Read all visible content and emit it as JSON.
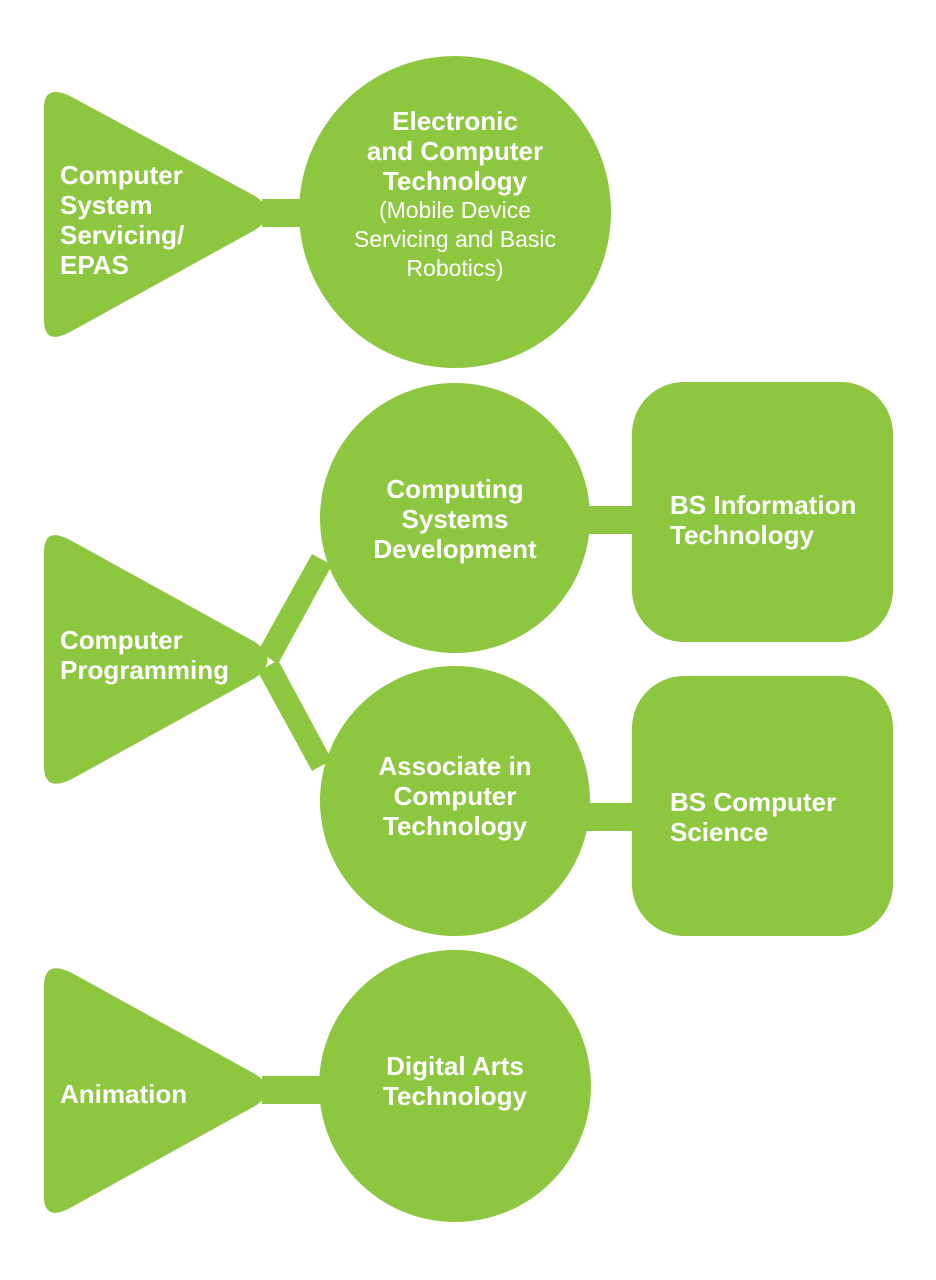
{
  "colors": {
    "shape_fill": "#8dc63f",
    "text": "#ffffff",
    "background": "#ffffff"
  },
  "rows": [
    {
      "strand": "Computer System Servicing/ EPAS",
      "strand_lines": [
        "Computer",
        "System",
        "Servicing/",
        "EPAS"
      ],
      "specialization": {
        "title_lines": [
          "Electronic",
          "and Computer",
          "Technology"
        ],
        "note_lines": [
          "(Mobile Device",
          "Servicing and Basic",
          "Robotics)"
        ]
      }
    },
    {
      "strand": "Computer Programming",
      "strand_lines": [
        "Computer",
        "Programming"
      ],
      "branches": [
        {
          "track_lines": [
            "Computing",
            "Systems",
            "Development"
          ],
          "degree_lines": [
            "BS Information",
            "Technology"
          ]
        },
        {
          "track_lines": [
            "Associate in",
            "Computer",
            "Technology"
          ],
          "degree_lines": [
            "BS Computer",
            "Science"
          ]
        }
      ]
    },
    {
      "strand": "Animation",
      "strand_lines": [
        "Animation"
      ],
      "specialization": {
        "title_lines": [
          "Digital Arts",
          "Technology"
        ]
      }
    }
  ]
}
